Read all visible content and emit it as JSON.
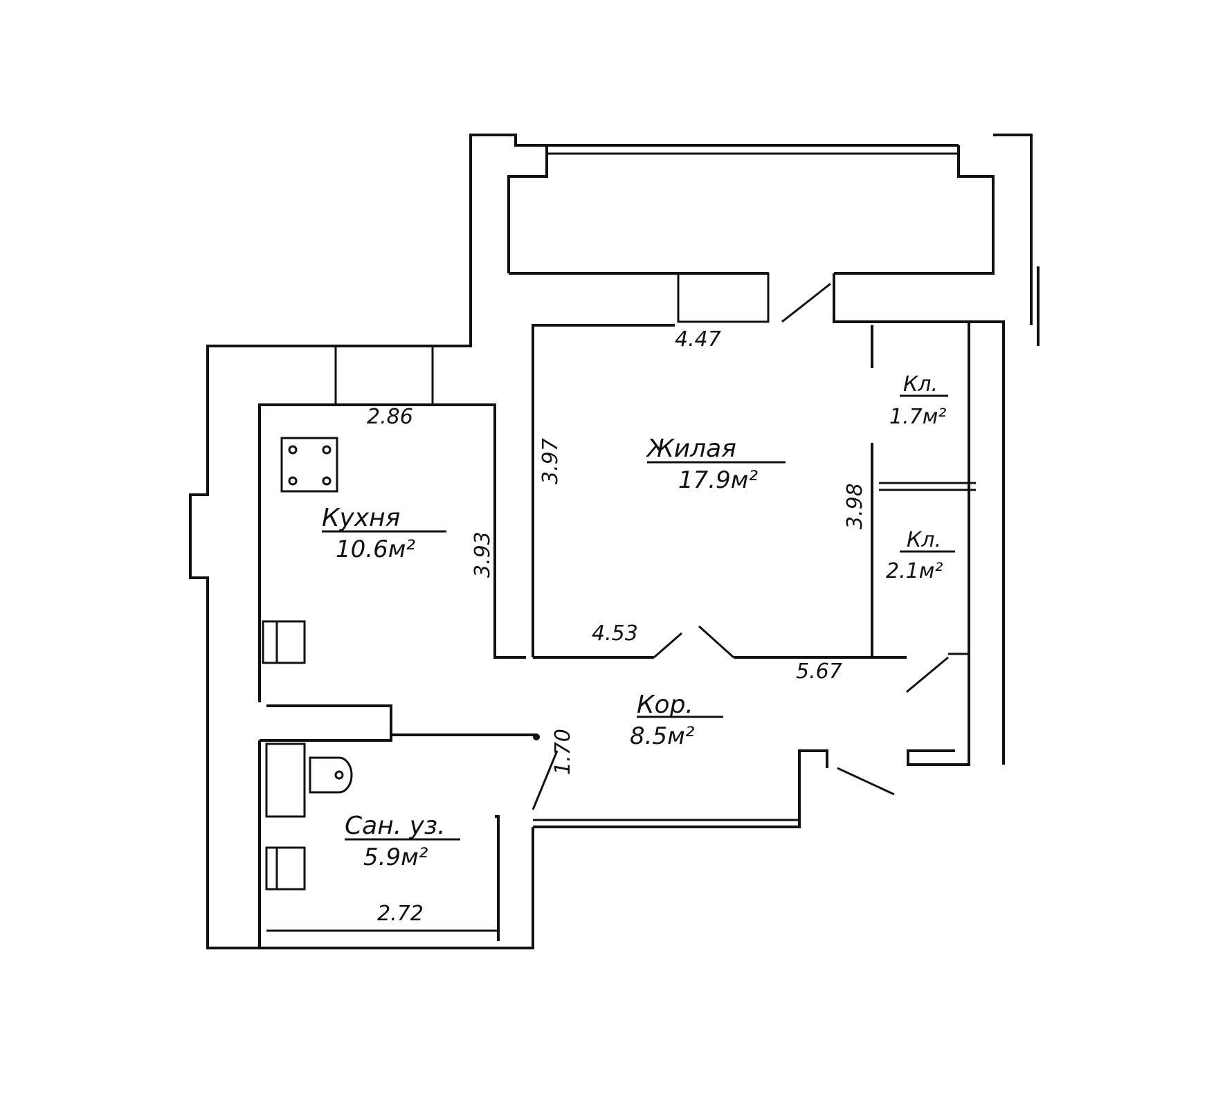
{
  "rooms": {
    "living": {
      "name": "Жилая",
      "area": "17.9м²"
    },
    "kitchen": {
      "name": "Кухня",
      "area": "10.6м²"
    },
    "corridor": {
      "name": "Кор.",
      "area": "8.5м²"
    },
    "bath": {
      "name": "Сан. уз.",
      "area": "5.9м²"
    },
    "closet1": {
      "name": "Кл.",
      "area": "1.7м²"
    },
    "closet2": {
      "name": "Кл.",
      "area": "2.1м²"
    }
  },
  "dimensions": {
    "living_top": "4.47",
    "kitchen_top": "2.86",
    "living_left": "3.97",
    "kitchen_right": "3.93",
    "living_right": "3.98",
    "living_bottom": "4.53",
    "corridor_right": "5.67",
    "bath_door": "1.70",
    "bath_bottom": "2.72"
  }
}
